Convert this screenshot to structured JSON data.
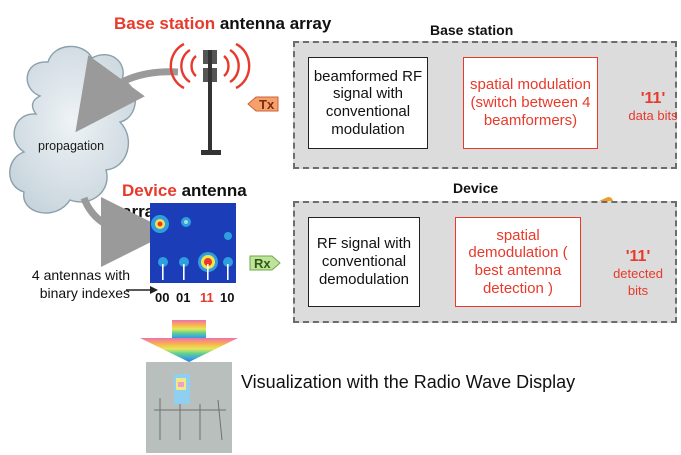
{
  "header": {
    "base_station_word": "Base station",
    "base_station_rest": "antenna array"
  },
  "device_header": {
    "device_word": "Device",
    "device_rest_line1": "antenna",
    "device_rest_line2": "array"
  },
  "cloud": {
    "label": "propagation"
  },
  "base_station_panel": {
    "title": "Base station",
    "box1": "beamformed RF signal with conventional modulation",
    "box2": "spatial modulation (switch between 4 beamformers)",
    "bits_value": "'11'",
    "bits_label": "data bits",
    "tag": "Tx"
  },
  "device_panel": {
    "title": "Device",
    "box1": "RF signal with conventional demodulation",
    "box2": "spatial demodulation ( best antenna detection )",
    "bits_value": "'11'",
    "bits_label": "detected bits",
    "tag": "Rx"
  },
  "antennas": {
    "note_line1": "4 antennas with",
    "note_line2": "binary indexes",
    "indexes": [
      "00",
      "01",
      "11",
      "10"
    ],
    "selected_index": "11"
  },
  "caption": "Visualization with the Radio Wave Display",
  "colors": {
    "accent_red": "#e8392a",
    "panel_gray": "#dcdcdc",
    "tx_tag_orange": "#f6a06a",
    "rx_tag_green": "#bfe39a",
    "heatmap_blue": "#1b3db8"
  },
  "icons": [
    "antenna-tower-icon",
    "radio-waves-icon",
    "smartphone-icon",
    "arrow-icon",
    "rainbow-funnel-icon"
  ]
}
